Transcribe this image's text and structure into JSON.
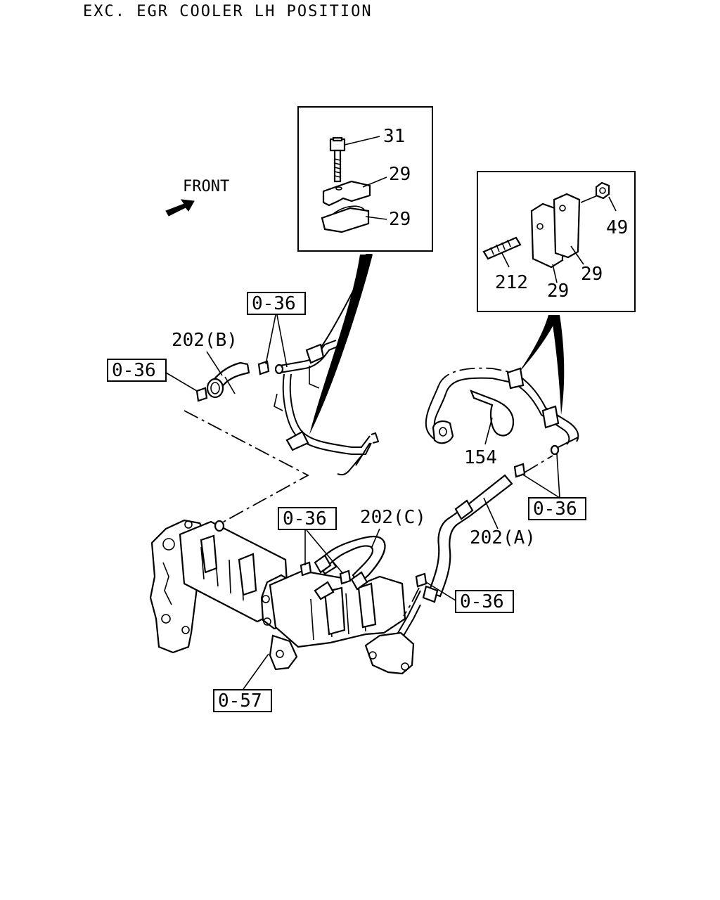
{
  "header": {
    "title": "EXC. EGR COOLER LH POSITION"
  },
  "orientation": {
    "front_label": "FRONT"
  },
  "detail_top": {
    "labels": [
      "31",
      "29",
      "29"
    ]
  },
  "detail_right": {
    "labels": [
      "49",
      "212",
      "29",
      "29"
    ]
  },
  "references": {
    "r1": "0-36",
    "r2": "0-36",
    "r3": "0-36",
    "r4": "0-36",
    "r5": "0-36",
    "r6": "0-57"
  },
  "parts": {
    "hose_b": "202(B)",
    "hose_c": "202(C)",
    "hose_a": "202(A)",
    "band": "154"
  }
}
